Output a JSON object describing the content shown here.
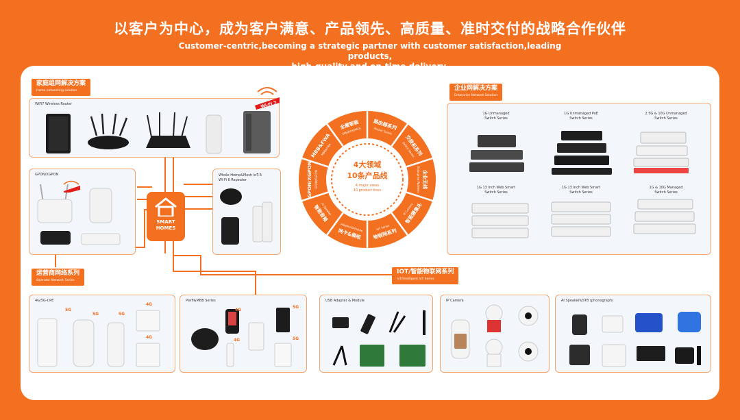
{
  "header": {
    "title_cn": "以客户为中心，成为客户满意、产品领先、高质量、准时交付的战略合作伙伴",
    "title_en_line1": "Customer-centric,becoming a strategic partner with customer satisfaction,leading products,",
    "title_en_line2": "high-quality,and on-time delivery."
  },
  "home": {
    "tag_cn": "家庭组网解决方案",
    "tag_en": "Home networking solution",
    "wifi7_title": "WiFi7 Wireless Router",
    "gpon_title": "GPON/XGPON",
    "mesh_title_1": "Whole Home&Mesh loT-R",
    "mesh_title_2": "Wi-Fi 6 Repeater",
    "wifi_badge": "Wi-Fi 7",
    "wifi_badge2": "Wi-Fi"
  },
  "hub": {
    "line1": "SMART",
    "line2": "HOMES"
  },
  "operator": {
    "tag_cn": "运营商网络系列",
    "tag_en": "Operator Network Series",
    "cpe_title": "4G/5G-CPE",
    "pwifi_title": "Pwifi&MBB Series",
    "badge_5g": "5G",
    "badge_4g": "4G"
  },
  "enterprise": {
    "tag_cn": "企业网解决方案",
    "tag_en": "Enterprise Network Solution",
    "switches": [
      {
        "l1": "1G Unmanaged",
        "l2": "Switch Series"
      },
      {
        "l1": "1G Unmanaged PoE",
        "l2": "Switch Series"
      },
      {
        "l1": "2.5G & 10G Unmanaged",
        "l2": "Switch Series"
      },
      {
        "l1": "1G 13 Inch Web Smart",
        "l2": "Switch Series"
      },
      {
        "l1": "1G 13 Inch Web Smart",
        "l2": "Switch Series"
      },
      {
        "l1": "1G & 10G Managed",
        "l2": "Switch Series"
      }
    ]
  },
  "iot": {
    "tag_cn": "IOT/智能物联网系列",
    "tag_en": "IoT/Intelligent IoT Series",
    "usb_title": "USB Adapter & Module",
    "cam_title": "IP Camera",
    "ai_title": "AI Speaker&STB (phonograph)"
  },
  "ring": {
    "center_cn1": "4大领域",
    "center_cn2": "10条产品线",
    "center_en1": "4 major areas",
    "center_en2": "10 product lines",
    "segments": [
      {
        "cn": "路由器系列",
        "en": "Router Series"
      },
      {
        "cn": "交换机系列",
        "en": "Switch Series"
      },
      {
        "cn": "企业无线",
        "en": "Enterprise Wireless"
      },
      {
        "cn": "智能摄像头",
        "en": "IP Camera"
      },
      {
        "cn": "物联网系列",
        "en": "IoT Series"
      },
      {
        "cn": "网卡&模组",
        "en": "Adapter&Module"
      },
      {
        "cn": "智能音箱",
        "en": "AI Speaker"
      },
      {
        "cn": "GPON/XGPON",
        "en": "GPON/XGPON"
      },
      {
        "cn": "MBB&FWA",
        "en": "MBB&FWA"
      },
      {
        "cn": "全屋智能",
        "en": "SMARTHOMES"
      }
    ]
  },
  "colors": {
    "accent": "#f37021",
    "panel": "#ffffff",
    "box_bg": "#f3f7fb"
  }
}
